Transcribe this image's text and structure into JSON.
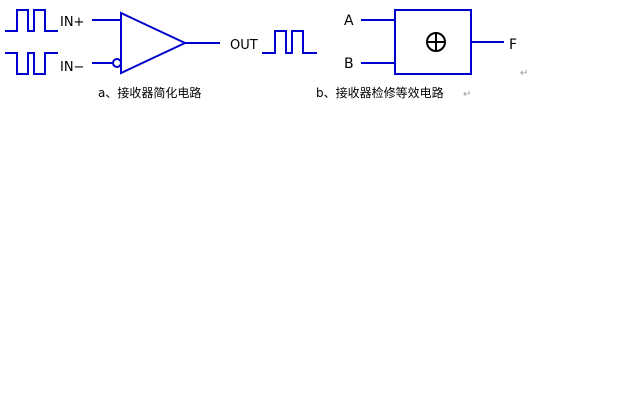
{
  "figure_a": {
    "input_plus_label": "IN+",
    "input_minus_label": "IN−",
    "output_label": "OUT",
    "caption": "a、接收器简化电路"
  },
  "figure_b": {
    "input_a_label": "A",
    "input_b_label": "B",
    "output_label": "F",
    "gate_symbol": "⊕",
    "caption": "b、接收器检修等效电路"
  },
  "colors": {
    "wire": "#0000cc",
    "text": "#000000",
    "return_mark": "#999999"
  },
  "marks": {
    "paragraph_return": "↵"
  }
}
